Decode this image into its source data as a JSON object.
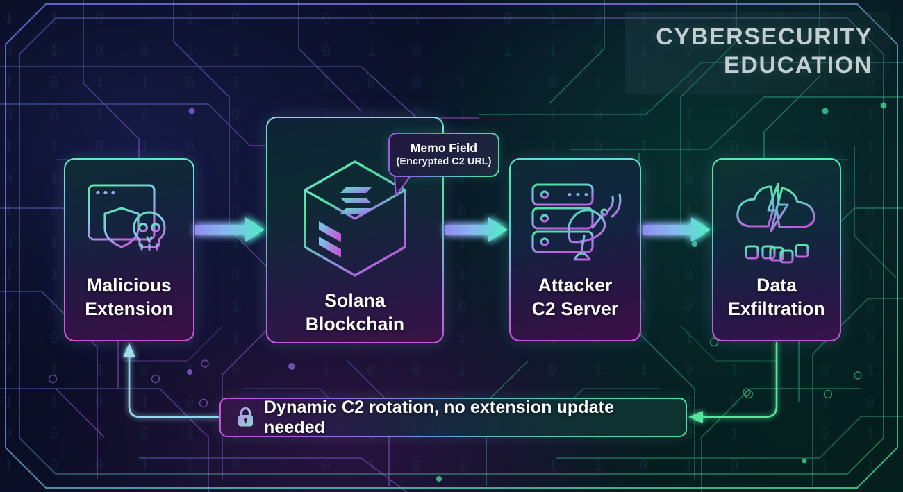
{
  "header": {
    "line1": "CYBERSECURITY",
    "line2": "EDUCATION"
  },
  "flow": {
    "nodes": [
      {
        "id": "malicious-extension",
        "label_line1": "Malicious",
        "label_line2": "Extension",
        "icon": "browser-shield-skull-icon"
      },
      {
        "id": "solana-blockchain",
        "label_line1": "Solana",
        "label_line2": "Blockchain",
        "icon": "solana-cube-icon"
      },
      {
        "id": "attacker-c2-server",
        "label_line1": "Attacker",
        "label_line2": "C2 Server",
        "icon": "server-satellite-icon"
      },
      {
        "id": "data-exfiltration",
        "label_line1": "Data",
        "label_line2": "Exfiltration",
        "icon": "cloud-lightning-nodes-icon"
      }
    ],
    "arrows": [
      {
        "from": "malicious-extension",
        "to": "solana-blockchain",
        "icon": "arrow-right-icon"
      },
      {
        "from": "solana-blockchain",
        "to": "attacker-c2-server",
        "icon": "arrow-right-icon"
      },
      {
        "from": "attacker-c2-server",
        "to": "data-exfiltration",
        "icon": "arrow-right-icon"
      }
    ]
  },
  "callout": {
    "line1": "Memo Field",
    "line2": "(Encrypted C2 URL)",
    "attached_to": "solana-blockchain"
  },
  "banner": {
    "icon": "lock-icon",
    "text": "Dynamic C2 rotation, no extension update needed"
  },
  "colors": {
    "accent_green": "#4ce39a",
    "accent_cyan": "#5fe9c0",
    "accent_purple": "#c058d8",
    "accent_lavender": "#9a8ce8",
    "text_light": "#ffffff",
    "header_text": "#c3ced3",
    "background_dark": "#070a1c"
  },
  "background": {
    "binary_rows": [
      "1 1 0   1 0   0 1 1   0 1 0 1   1 0 0 1 0   1 1 0 1   0 0 1 0 1 1   0 1 0 0 1",
      "0 1 0 0 1 1   0 1 0   1 1 0 1 0   0 0 1 1   1 0 1 0 1   0 1 1 0   1 0 0 1 1 0",
      "1 0 1 1 0 1   1 0 0 1   0 1 1 0 1   1 0 1 0   0 1 0 1 1   1 1 0 0   0 1 1 0 1",
      "0 0 1 0 1 0   1 1 0 1   1 0 0 1 0   0 1 1 1   1 0 1 1 0   0 1 0 1   1 0 0 1 0",
      "1 1 0 1 0 0   0 1 1 0   1 0 1 1 0   1 1 0 0   0 0 1 0 1   1 0 1 1   0 1 1 0 0",
      "0 1 1 0 0 1   1 0 1 1   0 1 0 0 1   0 1 0 1   1 1 0 1 0   0 0 1 0   1 1 0 1 1",
      "1 0 0 1 1 0   0 1 0 0   1 1 0 1 1   1 0 0 1   0 1 1 0 0   1 1 0 1   0 0 1 1 0",
      "0 1 0 1 1 1   1 1 0 1   0 0 1 0 0   0 1 1 0   1 0 1 1 1   0 1 0 0   1 1 0 0 1",
      "1 1 0 0 1 0   0 0 1 1   1 0 1 0 1   1 1 0 1   0 1 0 0 1   1 0 1 1   0 1 0 1 0",
      "0 0 1 1 0 1   1 0 1 0   0 1 1 0 0   0 0 1 1   1 1 0 1 0   0 1 1 0   1 0 1 0 1",
      "1 0 1 0 0 1   0 1 1 1   1 0 0 1 0   1 0 1 0   0 1 1 0 1   1 0 0 1   0 1 1 0 0",
      "0 1 1 0 1 0   1 0 0 1   0 1 1 0 1   0 1 1 0   1 0 0 1 1   0 1 0 1   1 0 0 1 1",
      "1 1 0 1 0 1   0 1 1 0   1 0 1 1 0   1 0 0 1   0 0 1 1 0   1 1 0 0   0 1 1 0 1",
      "0 0 1 0 1 1   1 1 0 0   0 1 0 0 1   0 1 1 1   1 0 1 0 1   0 0 1 1   1 0 1 0 0",
      "1 0 0 1 1 0   0 1 0 1   1 1 0 1 0   1 1 0 0   0 1 1 0 1   1 0 1 0   0 1 0 1 1"
    ]
  }
}
